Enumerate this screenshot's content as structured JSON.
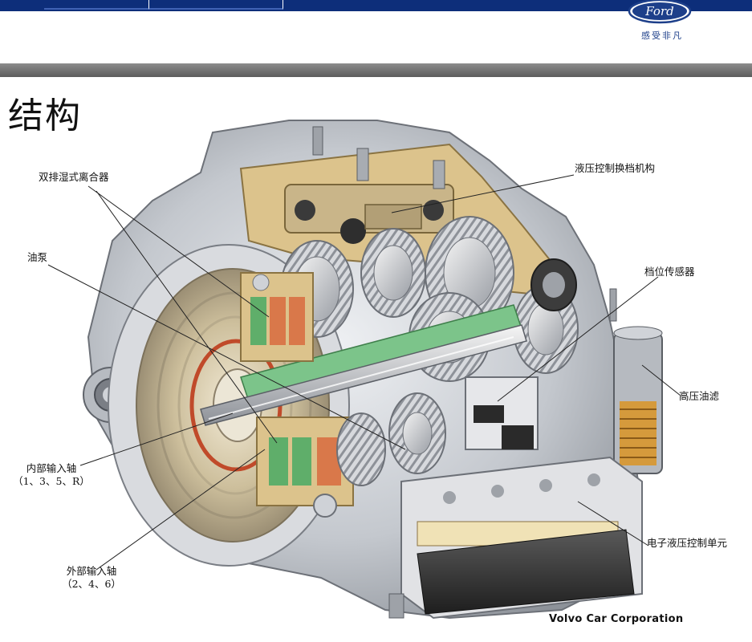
{
  "header": {
    "brand_logo_text": "Ford",
    "slogan": "感受非凡"
  },
  "page": {
    "title": "结构"
  },
  "labels": {
    "dual_wet_clutch": "双排湿式离合器",
    "oil_pump": "油泵",
    "hydraulic_shift_mechanism": "液压控制换档机构",
    "gear_position_sensor": "档位传感器",
    "high_pressure_filter": "高压油滤",
    "inner_input_shaft": "内部输入轴",
    "inner_input_shaft_gears": "（1、3、5、R）",
    "outer_input_shaft": "外部输入轴",
    "outer_input_shaft_gears": "（2、4、6）",
    "electro_hydraulic_unit": "电子液压控制单元"
  },
  "footer": {
    "credit": "Volvo Car Corporation"
  },
  "colors": {
    "header_blue": "#0d2e7a",
    "divider_gray": "#6e6e6e",
    "housing_silver": "#c9ccd1",
    "cutaway_tan": "#d8c08a",
    "clutch_orange": "#d9784a",
    "clutch_green": "#5fae6a",
    "shaft_green": "#7cc48a"
  }
}
